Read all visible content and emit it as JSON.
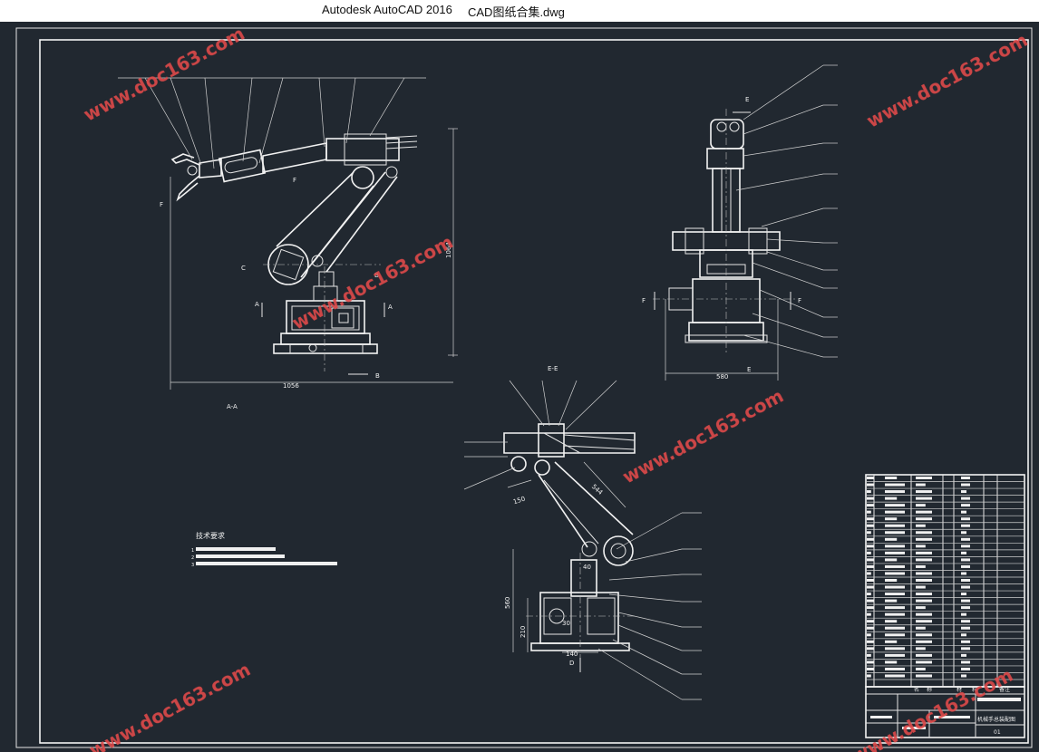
{
  "window": {
    "app_title": "Autodesk AutoCAD 2016",
    "document_title": "CAD图纸合集.dwg"
  },
  "drawing": {
    "view_labels": {
      "section_aa": "A-A",
      "section_ee": "E-E"
    },
    "section_marks": {
      "a": "A",
      "b": "B",
      "c": "C",
      "d": "D",
      "e": "E",
      "f": "F"
    },
    "dimensions": {
      "main_width": "1056",
      "main_height": "1064",
      "side_width": "580",
      "arm_length": "544",
      "link_length": "150",
      "base_height": "560",
      "base_lower": "210",
      "base_width": "140",
      "shaft_dia": "40",
      "bore": "30"
    },
    "notes": {
      "heading": "技术要求",
      "numbers": [
        "1",
        "2",
        "3"
      ]
    },
    "title_block": {
      "drawing_name": "机械手总装配图",
      "sheet_no": "01",
      "col_headers": [
        "名",
        "称",
        "材",
        "料",
        "备注"
      ]
    },
    "watermark": "www.doc163.com"
  },
  "colors": {
    "background": "#212830",
    "lines": "#e6e6e6",
    "watermark": "#e04a4a",
    "titlebar": "#ffffff"
  }
}
